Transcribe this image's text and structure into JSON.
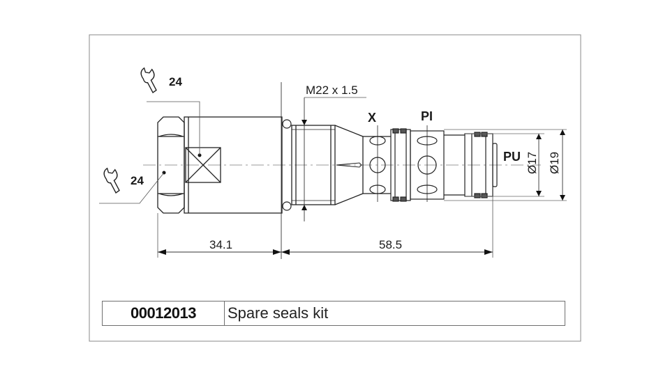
{
  "drawing": {
    "wrench_size_top": "24",
    "wrench_size_left": "24",
    "thread_spec": "M22 x 1.5",
    "port_x": "X",
    "port_pi": "PI",
    "port_pu": "PU",
    "dia_inner": "Ø17",
    "dia_outer": "Ø19",
    "dim_left": "34.1",
    "dim_right": "58.5"
  },
  "part_table": {
    "code": "00012013",
    "description": "Spare seals kit"
  }
}
